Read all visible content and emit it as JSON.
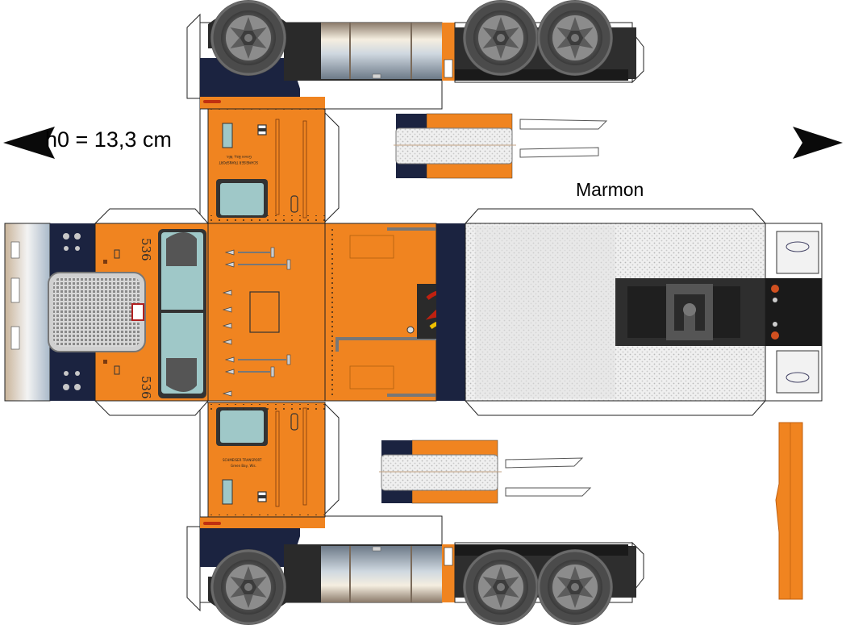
{
  "scale_label": "h0 = 13,3 cm",
  "model_label": "Marmon",
  "unit_number": "536",
  "door_text_company": "SCHMEISER TRANSPORT",
  "door_text_city": "Green Bay, Wis.",
  "colors": {
    "body_orange": "#f08420",
    "navy": "#1b2340",
    "chrome": "#c8c8c8",
    "deck_gray": "#e2e2e2",
    "tire": "#4a4a4a",
    "window": "#9fc8c8"
  },
  "icons": {
    "left_arrow": "arrow-left-icon",
    "right_arrow": "arrow-right-icon"
  }
}
